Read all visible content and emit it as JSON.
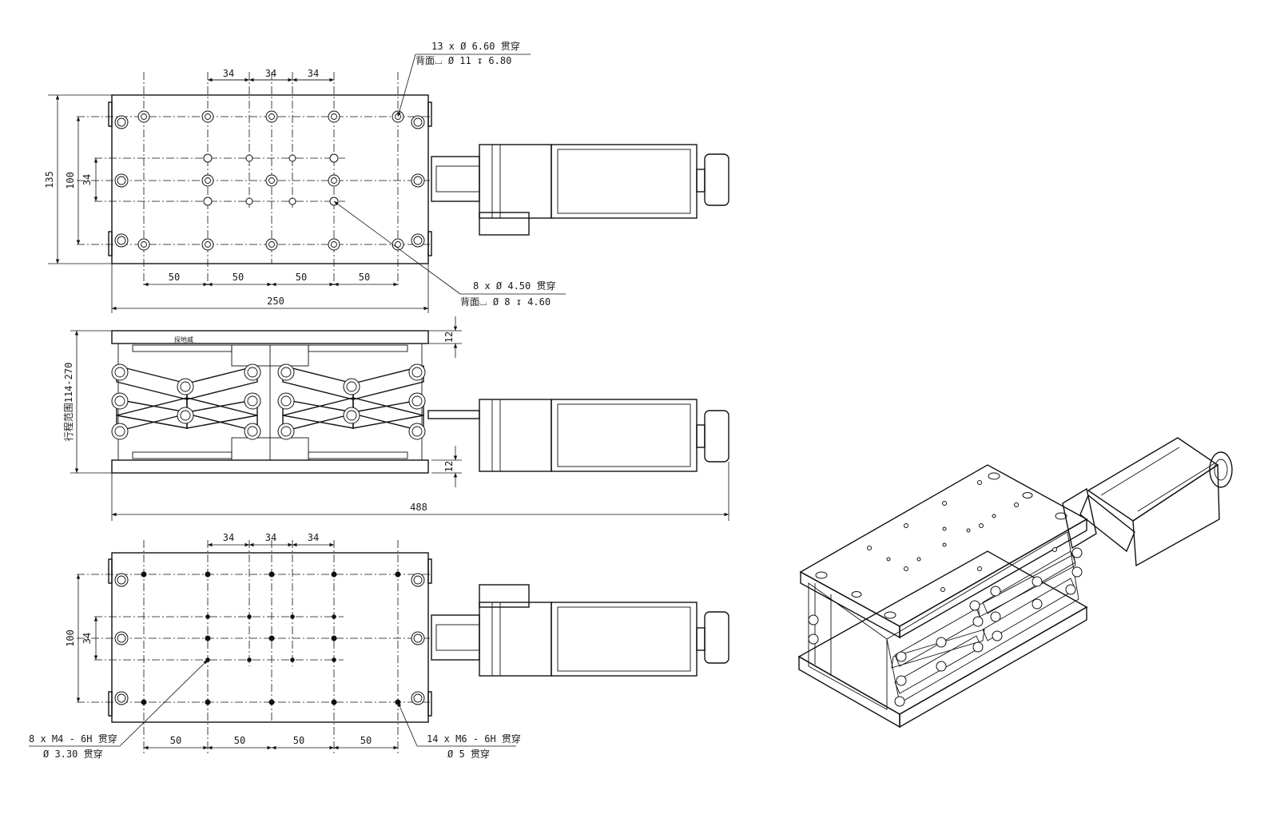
{
  "top_view": {
    "dims": {
      "spacing_34": "34",
      "spacing_50": "50",
      "width_250": "250",
      "height_135": "135",
      "height_100": "100",
      "height_34": "34"
    },
    "note_holes_13": {
      "line1": "13 x Ø 6.60 贯穿",
      "line2": "背面⌴ Ø 11 ↧ 6.80"
    },
    "note_holes_8": {
      "line1": "8 x Ø 4.50 贯穿",
      "line2": "背面⌴ Ø 8 ↧ 4.60"
    }
  },
  "side_view": {
    "brand": "探地威",
    "travel_range": "行程范围114-270",
    "dim_12_top": "12",
    "dim_12_bottom": "12",
    "overall_length": "488"
  },
  "bottom_view": {
    "dims": {
      "spacing_34": "34",
      "spacing_50": "50",
      "height_100": "100",
      "height_34": "34"
    },
    "note_m4": {
      "line1": "8 x M4 - 6H 贯穿",
      "line2": "Ø 3.30 贯穿"
    },
    "note_m6": {
      "line1": "14 x M6 - 6H 贯穿",
      "line2": "Ø 5 贯穿"
    }
  },
  "iso_view": {
    "label": ""
  }
}
